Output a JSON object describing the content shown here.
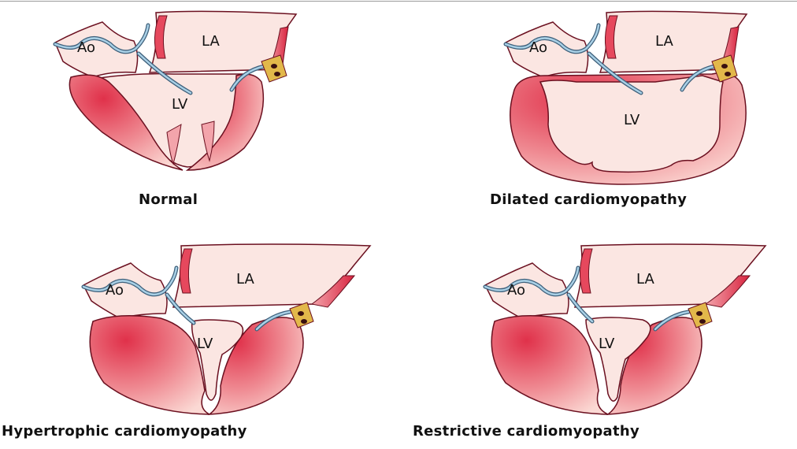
{
  "colors": {
    "chamber": "#fbe6e2",
    "myocardium_dark": "#e23a52",
    "myocardium_light": "#f7c9c4",
    "outline": "#6b1020",
    "valve_fill": "#a9d0e6",
    "valve_edge": "#3d5f7a",
    "node_fill": "#e2b84a"
  },
  "panels": [
    {
      "caption": "Normal",
      "labels": {
        "ao": "Ao",
        "la": "LA",
        "lv": "LV"
      }
    },
    {
      "caption": "Dilated cardiomyopathy",
      "labels": {
        "ao": "Ao",
        "la": "LA",
        "lv": "LV"
      }
    },
    {
      "caption": "Hypertrophic cardiomyopathy",
      "labels": {
        "ao": "Ao",
        "la": "LA",
        "lv": "LV"
      }
    },
    {
      "caption": "Restrictive cardiomyopathy",
      "labels": {
        "ao": "Ao",
        "la": "LA",
        "lv": "LV"
      }
    }
  ]
}
